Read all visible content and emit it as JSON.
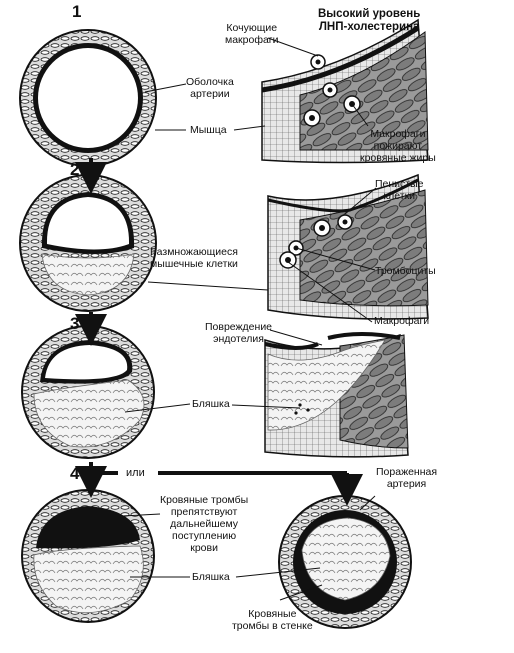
{
  "steps": [
    "1",
    "2",
    "3",
    "4"
  ],
  "title_line1": "Высокий уровень",
  "title_line2": "ЛНП-холестерина",
  "labels": {
    "rolling_macrophages": [
      "Кочующие",
      "макрофаги"
    ],
    "artery_shell": [
      "Оболочка",
      "артерии"
    ],
    "muscle": "Мышца",
    "macrophages_eat": [
      "Макрофаги",
      "пожирают",
      "кровяные жиры"
    ],
    "foam_cells": [
      "Пенистые",
      "клетки"
    ],
    "proliferating_cells": [
      "Размножающиеся",
      "мышечные клетки"
    ],
    "platelets": "Тромбоциты",
    "macrophages": "Макрофаги",
    "endothelium_damage": [
      "Повреждение",
      "эндотелия"
    ],
    "plaque_3": "Бляшка",
    "or": "или",
    "affected_artery": [
      "Пораженная",
      "артерия"
    ],
    "blood_clots": [
      "Кровяные тромбы",
      "препятствуют",
      "дальнейшему",
      "поступлению",
      "крови"
    ],
    "plaque_4": "Бляшка",
    "wall_clots": [
      "Кровяные",
      "тромбы в стенке"
    ]
  }
}
